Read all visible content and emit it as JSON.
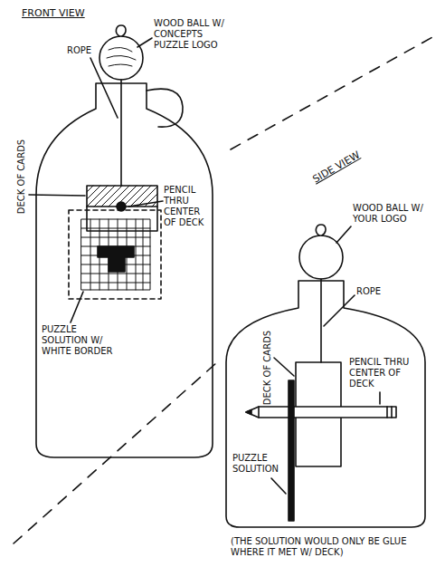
{
  "diagram": {
    "labels": [
      "FRONT VIEW",
      "WOOD BALL W/ CONCEPTS PUZZLE LOGO",
      "ROPE",
      "DECK OF CARDS",
      "PENCIL THRU CENTER OF DECK",
      "PUZZLE SOLUTION W/ WHITE BORDER",
      "SIDE VIEW",
      "WOOD BALL W/ YOUR LOGO",
      "ROPE",
      "DECK OF CARDS",
      "PENCIL THRU CENTER OF DECK",
      "PUZZLE SOLUTION",
      "(THE SOLUTION WOULD ONLY BE GLUE WHERE IT MET W/ DECK)"
    ]
  }
}
